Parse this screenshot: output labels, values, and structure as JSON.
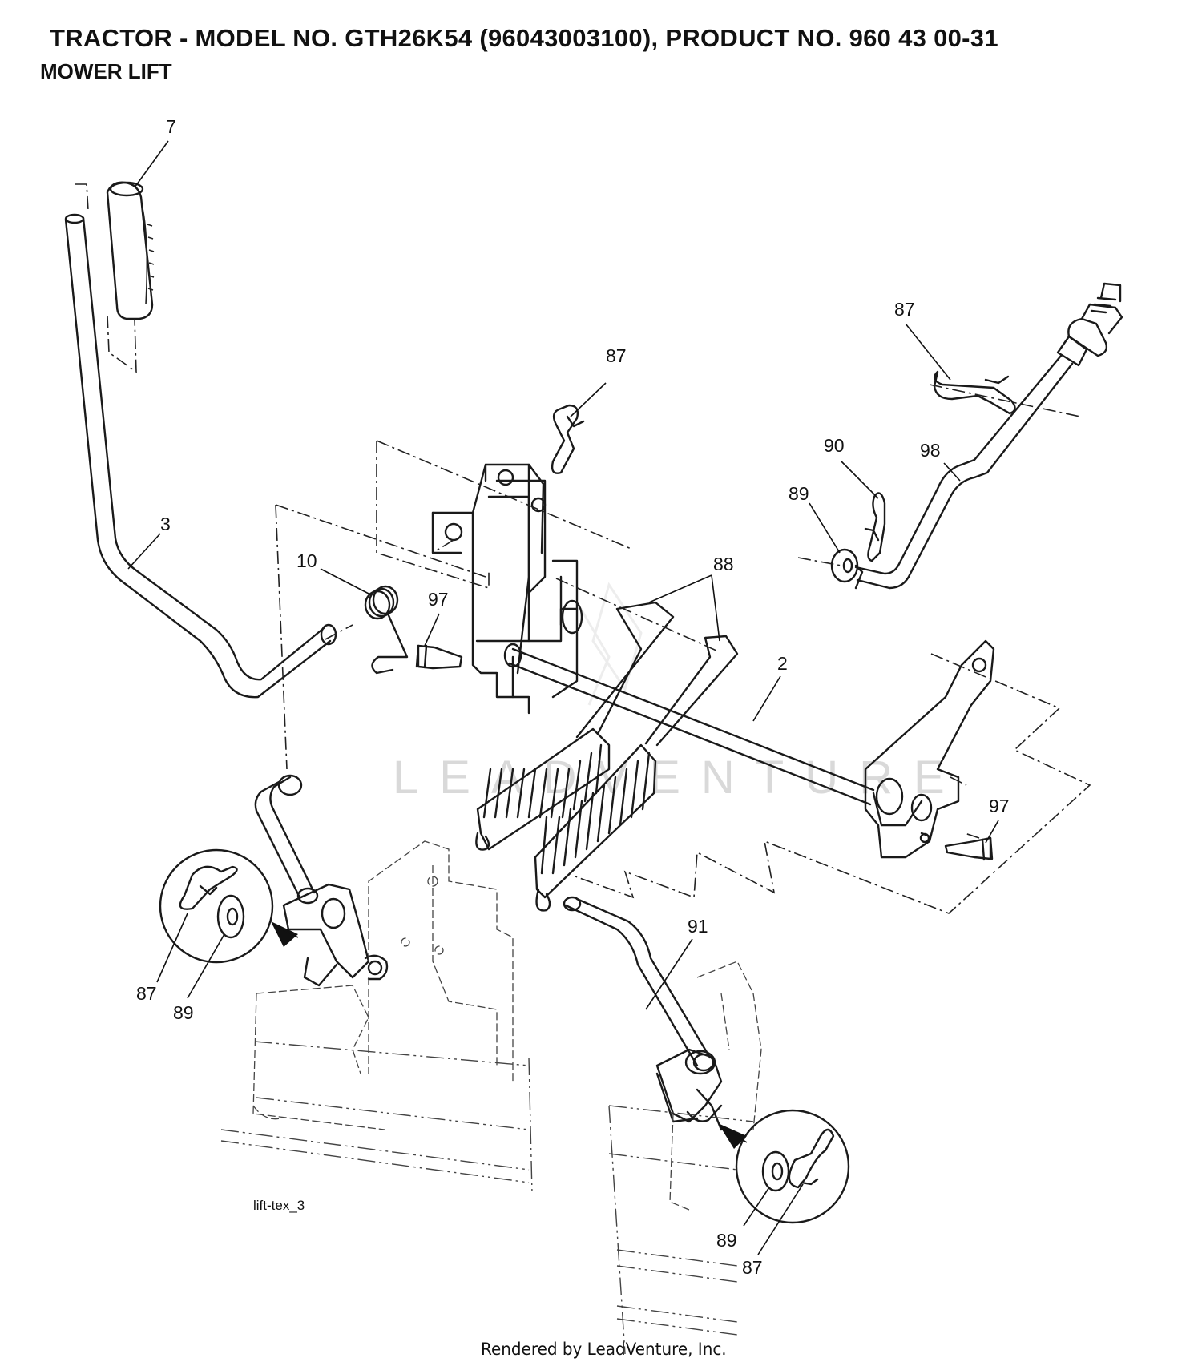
{
  "header": {
    "title": "TRACTOR - MODEL NO. GTH26K54 (96043003100), PRODUCT NO. 960 43 00-31",
    "subtitle": "MOWER LIFT"
  },
  "callouts": {
    "c7": "7",
    "c3": "3",
    "c87a": "87",
    "c87b": "87",
    "c90": "90",
    "c98": "98",
    "c89a": "89",
    "c10": "10",
    "c97a": "97",
    "c88": "88",
    "c2": "2",
    "c97b": "97",
    "c91": "91",
    "c87c": "87",
    "c89b": "89",
    "c89c": "89",
    "c87d": "87"
  },
  "drawing_id": "lift-tex_3",
  "watermark": "LEADVENTURE",
  "footer": "Rendered by LeadVenture, Inc."
}
